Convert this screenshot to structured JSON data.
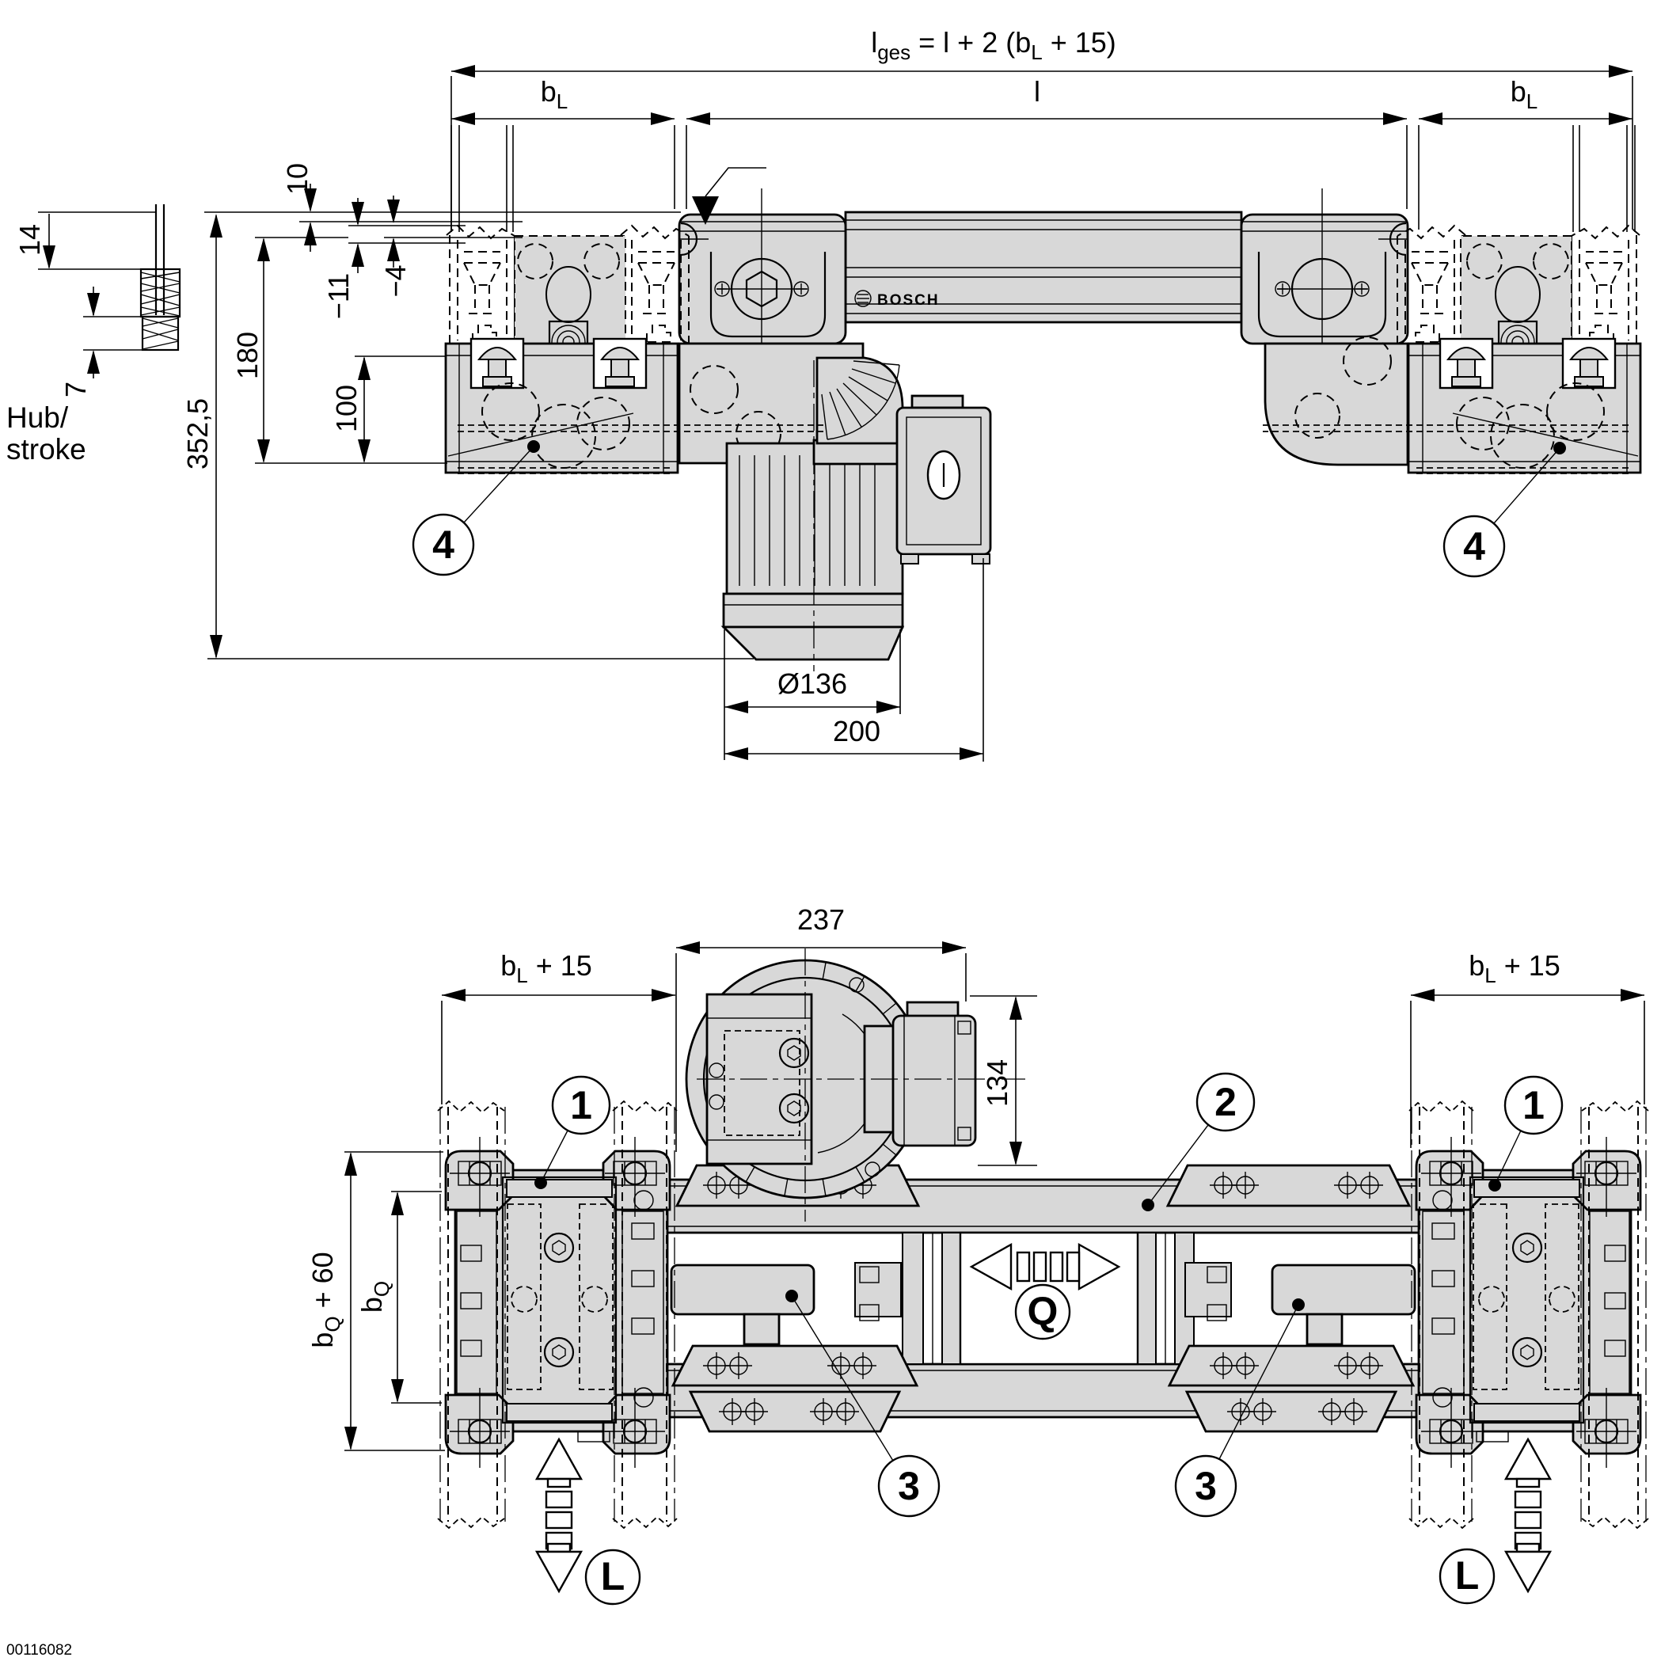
{
  "meta": {
    "doc_number": "00116082",
    "drawing_type": "lift-transverse-unit dimensional drawing"
  },
  "brand": {
    "logo": "BOSCH"
  },
  "colors": {
    "part_fill": "#d8d8d8",
    "line": "#000000",
    "background": "#ffffff"
  },
  "top_view": {
    "formula": {
      "base": "l",
      "sub": "ges",
      "mid": " = l + 2 (b",
      "sub2": "L",
      "end": " + 15)"
    },
    "bl": {
      "base": "b",
      "sub": "L"
    },
    "l": "l",
    "d14": "14",
    "d7": "7",
    "hub1": "Hub/",
    "hub2": "stroke",
    "d10": "10",
    "dm11": "−11",
    "dm4": "−4",
    "d180": "180",
    "d100": "100",
    "d3525": "352,5",
    "d136": "Ø136",
    "d200": "200",
    "balloon4": "4"
  },
  "bottom_view": {
    "d237": "237",
    "d134": "134",
    "bl15": {
      "base": "b",
      "sub": "L",
      "end": " + 15"
    },
    "bq60": {
      "base": "b",
      "sub": "Q",
      "end": " + 60"
    },
    "bq": {
      "base": "b",
      "sub": "Q"
    },
    "b1": "1",
    "b2": "2",
    "b3": "3",
    "q_label": "Q",
    "l_label": "L",
    "q_arrow": "horizontal-double-arrow",
    "l_arrow": "vertical-double-arrow"
  }
}
